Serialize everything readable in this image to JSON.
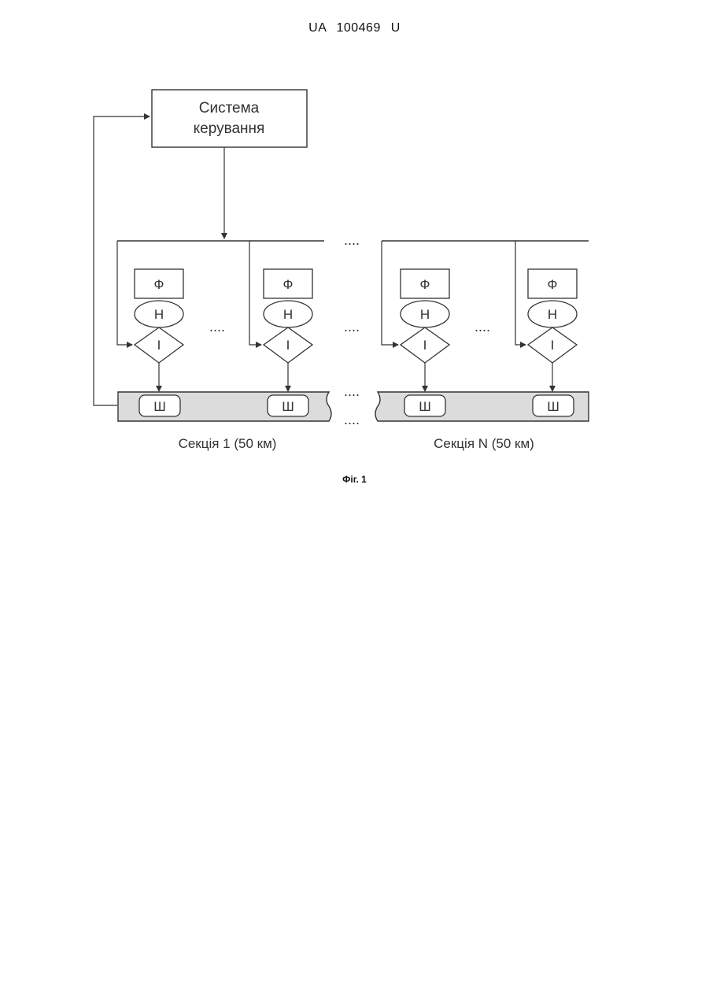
{
  "header": {
    "doc_number": "UA   100469   U"
  },
  "diagram": {
    "control_system": {
      "line1": "Система",
      "line2": "керування"
    },
    "nodes": {
      "f": "Ф",
      "n": "Н",
      "i": "І",
      "sh": "Ш"
    },
    "dots": "....",
    "sections": [
      {
        "label": "Секція 1 (50 км)"
      },
      {
        "label": "Секція N (50 км)"
      }
    ]
  },
  "caption": "Фіг. 1"
}
